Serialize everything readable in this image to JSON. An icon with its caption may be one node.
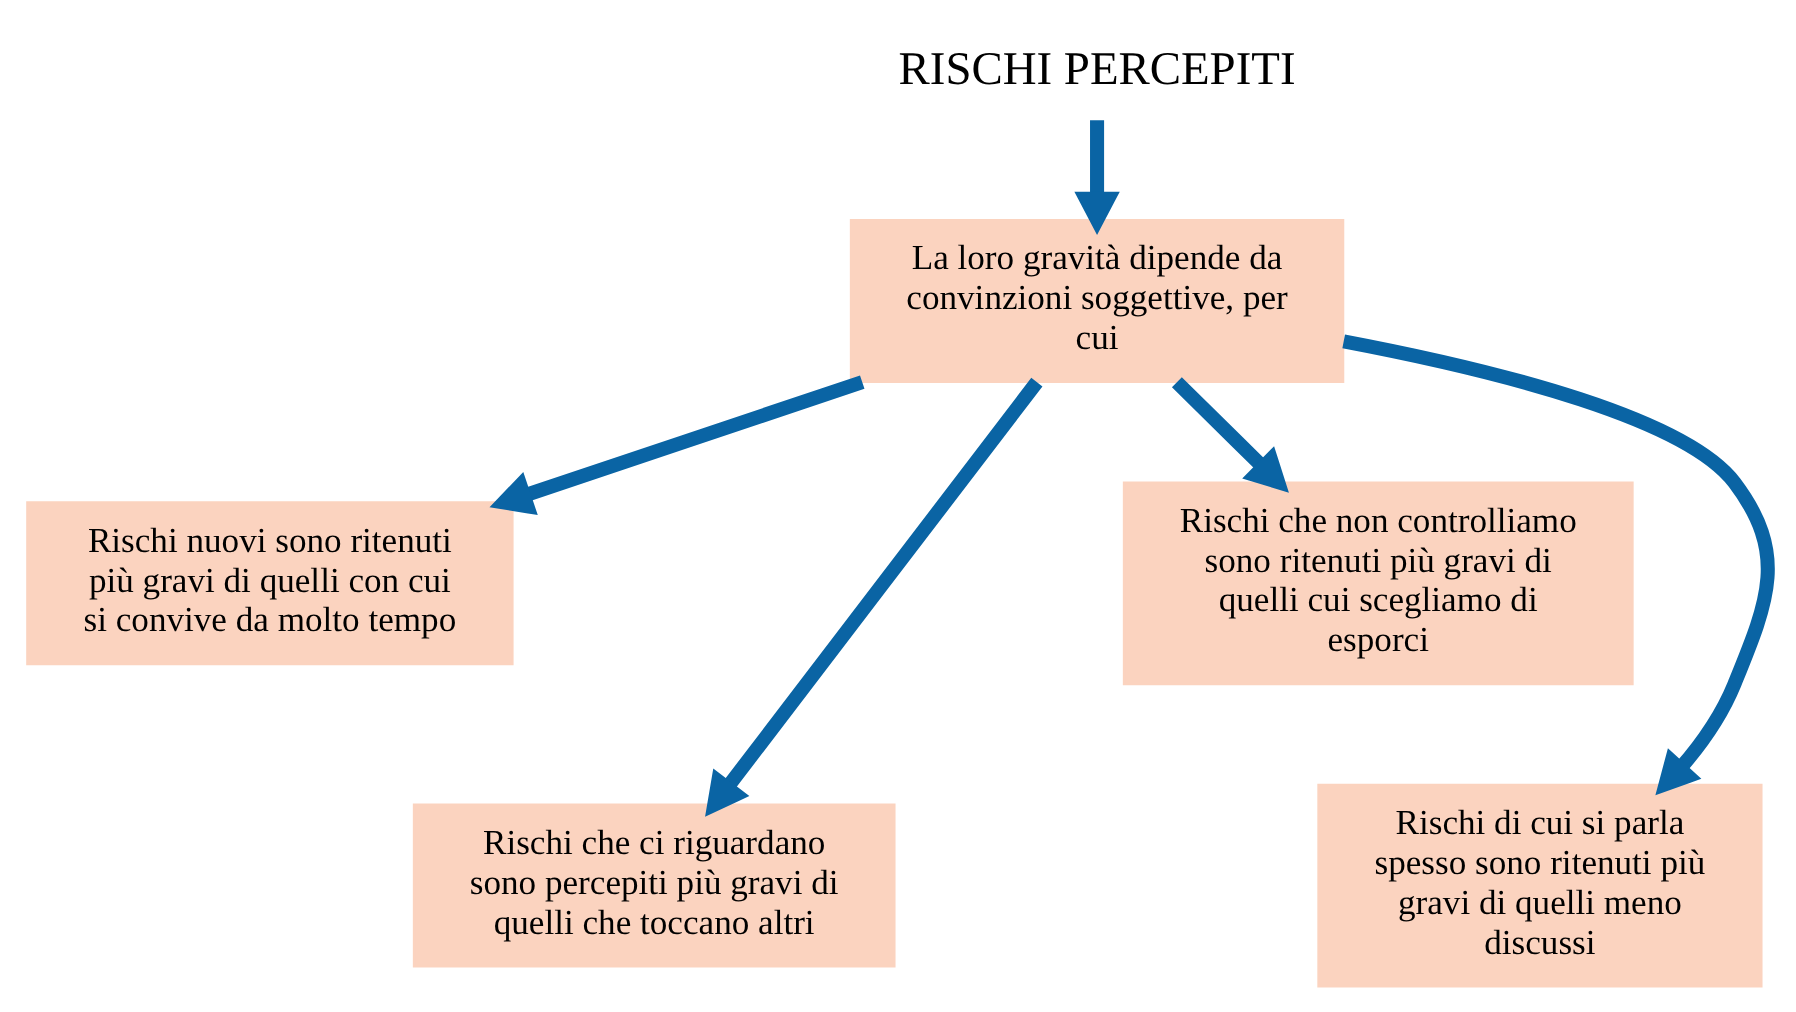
{
  "diagram": {
    "nodes": [
      {
        "text": [
          "RISCHI PERCEPITI"
        ]
      },
      {
        "text": [
          "La loro gravità dipende da convinzioni soggettive, per cui"
        ]
      },
      {
        "text": [
          "Rischi nuovi sono ritenuti più gravi di quelli con cui si convive da molto tempo"
        ]
      },
      {
        "text": [
          "Rischi che non controlliamo sono ritenuti più gravi di quelli cui scegliamo di esporci"
        ]
      },
      {
        "text": [
          "Rischi che ci riguardano sono percepiti più gravi di quelli che toccano altri"
        ]
      },
      {
        "text": [
          "Rischi di cui si parla spesso sono ritenuti più gravi di quelli meno discussi"
        ]
      }
    ],
    "edges": [
      {
        "from": 0,
        "to": 1,
        "arrow": "to"
      },
      {
        "from": 1,
        "to": 2,
        "arrow": "to"
      },
      {
        "from": 1,
        "to": 3,
        "arrow": "to"
      },
      {
        "from": 1,
        "to": 4,
        "arrow": "to"
      },
      {
        "from": 1,
        "to": 5,
        "arrow": "to"
      }
    ]
  }
}
